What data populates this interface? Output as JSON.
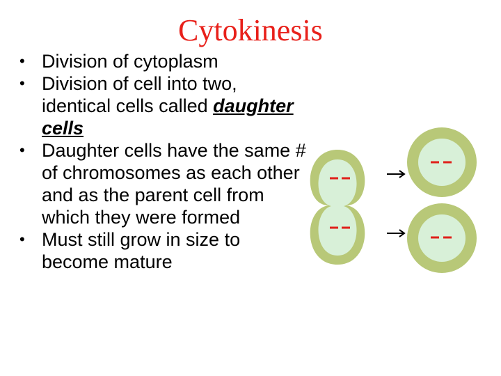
{
  "slide": {
    "title": "Cytokinesis",
    "bullets": [
      {
        "text": "Division of cytoplasm"
      },
      {
        "text_before": "Division of cell into two, identical cells called ",
        "emphasis": "daughter cells"
      },
      {
        "text": "Daughter cells have the same # of chromosomes as each other and as the parent cell from which they were formed"
      },
      {
        "text": "Must still grow in size to become mature"
      }
    ],
    "bullet_glyph": "•"
  },
  "colors": {
    "title": "#e8201a",
    "cell_outer": "#b8c878",
    "cell_inner": "#d8f0d8",
    "chromosome": "#e0201a",
    "arrow": "#000000"
  }
}
